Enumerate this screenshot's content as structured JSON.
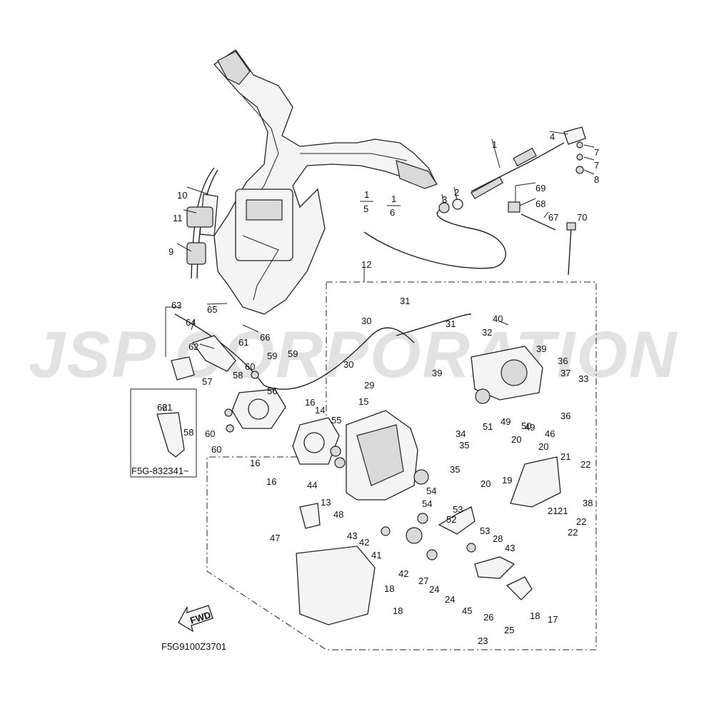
{
  "watermark": "JSP CORPORATION",
  "diagram_code": "F5G9100Z3701",
  "fwd_label": "FWD",
  "inset_label": "F5G-832341~",
  "fraction_labels": [
    {
      "numerator": "1",
      "denominator": "5"
    },
    {
      "numerator": "1",
      "denominator": "6"
    }
  ],
  "callouts": [
    "1",
    "2",
    "3",
    "4",
    "7",
    "7",
    "8",
    "10",
    "11",
    "9",
    "69",
    "68",
    "67",
    "70",
    "12",
    "63",
    "64",
    "65",
    "66",
    "62",
    "61",
    "57",
    "58",
    "60",
    "59",
    "59",
    "31",
    "31",
    "30",
    "30",
    "40",
    "32",
    "39",
    "36",
    "37",
    "33",
    "29",
    "39",
    "51",
    "49",
    "50",
    "36",
    "49",
    "46",
    "56",
    "16",
    "14",
    "15",
    "55",
    "60",
    "60",
    "16",
    "16",
    "44",
    "13",
    "48",
    "47",
    "62",
    "61",
    "58",
    "34",
    "35",
    "35",
    "20",
    "20",
    "21",
    "22",
    "19",
    "20",
    "21",
    "21",
    "22",
    "22",
    "38",
    "54",
    "54",
    "53",
    "52",
    "53",
    "28",
    "43",
    "43",
    "42",
    "41",
    "42",
    "27",
    "24",
    "23",
    "24",
    "45",
    "26",
    "25",
    "18",
    "17",
    "18",
    "18"
  ]
}
